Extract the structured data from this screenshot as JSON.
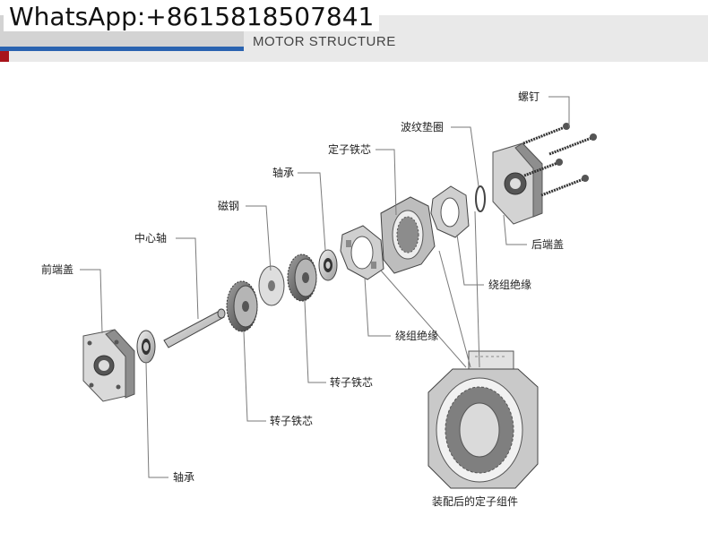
{
  "watermark": "WhatsApp:+8615818507841",
  "header": {
    "title_en": "MOTOR STRUCTURE"
  },
  "labels": {
    "screws": "螺钉",
    "wave_washer": "波纹垫圈",
    "stator_core": "定子铁芯",
    "bearing_top": "轴承",
    "magnet": "磁钢",
    "center_shaft": "中心轴",
    "front_cover": "前端盖",
    "rear_cover": "后端盖",
    "winding_insulation_right": "绕组绝缘",
    "winding_insulation_mid": "绕组绝缘",
    "rotor_core_right": "转子铁芯",
    "rotor_core_left": "转子铁芯",
    "bearing_bottom": "轴承",
    "assembled_stator": "装配后的定子组件"
  },
  "colors": {
    "accent_blue": "#2a63b0",
    "accent_red": "#a8141b",
    "leader": "#7a7a7a"
  }
}
